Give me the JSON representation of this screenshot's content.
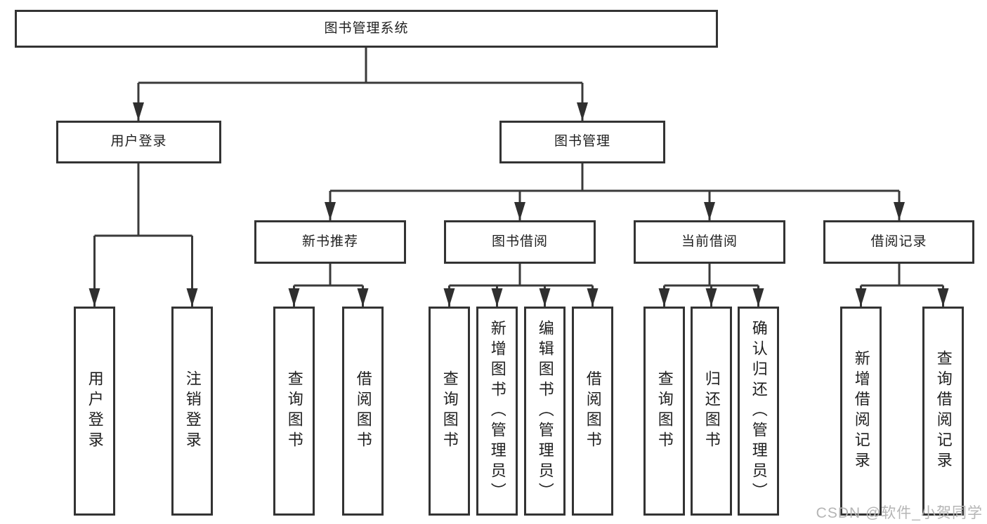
{
  "diagram_title": "图书管理系统",
  "nodes": {
    "root": "图书管理系统",
    "user_login": "用户登录",
    "book_mgmt": "图书管理",
    "new_book_rec": "新书推荐",
    "book_borrow": "图书借阅",
    "current_borrow": "当前借阅",
    "borrow_records": "借阅记录",
    "leaf_user_login": "用户登录",
    "leaf_logout": "注销登录",
    "leaf_query_book_1": "查询图书",
    "leaf_borrow_book_1": "借阅图书",
    "leaf_query_book_2": "查询图书",
    "leaf_add_book_admin": "新增图书（管理员）",
    "leaf_edit_book_admin": "编辑图书（管理员）",
    "leaf_borrow_book_2": "借阅图书",
    "leaf_query_book_3": "查询图书",
    "leaf_return_book": "归还图书",
    "leaf_confirm_return_admin": "确认归还（管理员）",
    "leaf_add_record": "新增借阅记录",
    "leaf_query_record": "查询借阅记录"
  },
  "hierarchy": {
    "图书管理系统": {
      "用户登录": [
        "用户登录",
        "注销登录"
      ],
      "图书管理": {
        "新书推荐": [
          "查询图书",
          "借阅图书"
        ],
        "图书借阅": [
          "查询图书",
          "新增图书（管理员）",
          "编辑图书（管理员）",
          "借阅图书"
        ],
        "当前借阅": [
          "查询图书",
          "归还图书",
          "确认归还（管理员）"
        ],
        "借阅记录": [
          "新增借阅记录",
          "查询借阅记录"
        ]
      }
    }
  },
  "watermark": "CSDN @软件_小贺同学",
  "colors": {
    "background": "#ffffff",
    "box_border": "#333333",
    "line": "#3a3a3a",
    "arrow": "#2f2f2f",
    "text": "#1f1f1f",
    "watermark": "#b5b5b5"
  }
}
